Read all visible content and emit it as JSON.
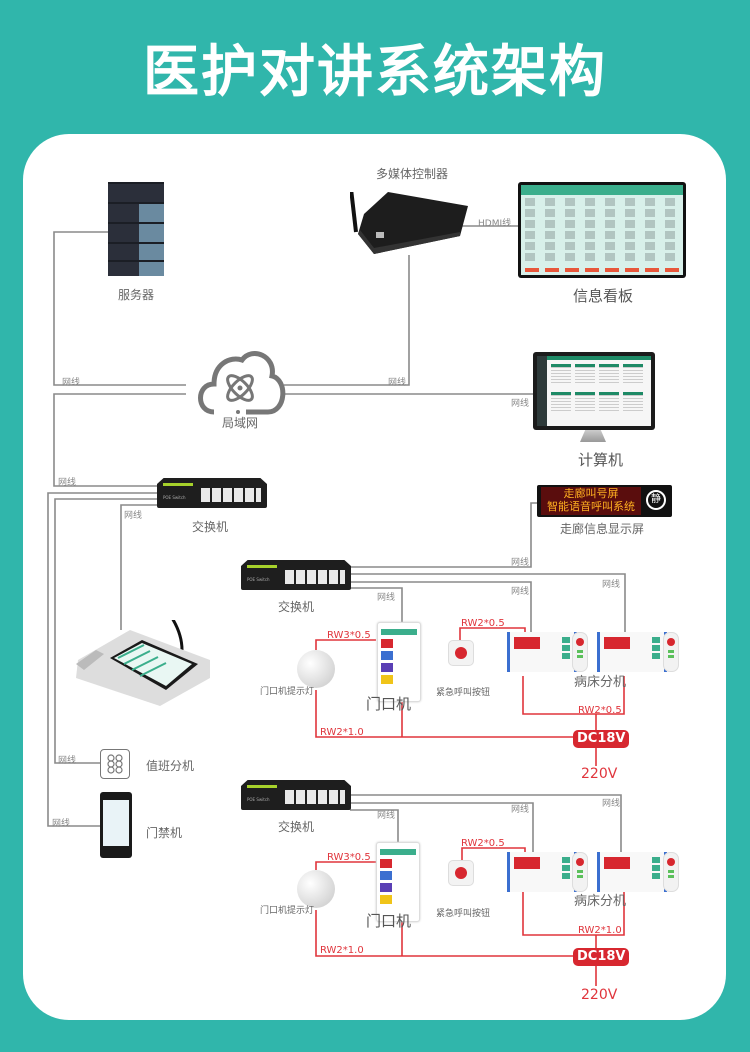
{
  "title": "医护对讲系统架构",
  "colors": {
    "background": "#30b6ab",
    "card": "#ffffff",
    "network_wire": "#8a8a8a",
    "power_wire": "#e0353c",
    "dc_badge": "#d7272f"
  },
  "wire_label": "网线",
  "devices": {
    "server": "服务器",
    "media_controller": "多媒体控制器",
    "hdmi_label": "HDMI线",
    "info_board": "信息看板",
    "lan": "局域网",
    "computer": "计算机",
    "switch_main": "交换机",
    "corridor_display": "走廊信息显示屏",
    "corridor_led_line1": "走廊叫号屏",
    "corridor_led_line2": "智能语音呼叫系统",
    "corridor_led_icon": "静",
    "duty_extension": "值班分机",
    "access_control": "门禁机"
  },
  "ward_groups": [
    {
      "switch": "交换机",
      "door_lamp": "门口机提示灯",
      "door_unit": "门口机",
      "emergency_button": "紧急呼叫按钮",
      "bed_unit": "病床分机",
      "cable_lamp": "RW3*0.5",
      "cable_button": "RW2*0.5",
      "cable_bed": "RW2*0.5",
      "cable_main": "RW2*1.0",
      "power_supply": "DC18V",
      "mains": "220V"
    },
    {
      "switch": "交换机",
      "door_lamp": "门口机提示灯",
      "door_unit": "门口机",
      "emergency_button": "紧急呼叫按钮",
      "bed_unit": "病床分机",
      "cable_lamp": "RW3*0.5",
      "cable_button": "RW2*0.5",
      "cable_bed": "RW2*1.0",
      "cable_main": "RW2*1.0",
      "power_supply": "DC18V",
      "mains": "220V"
    }
  ]
}
